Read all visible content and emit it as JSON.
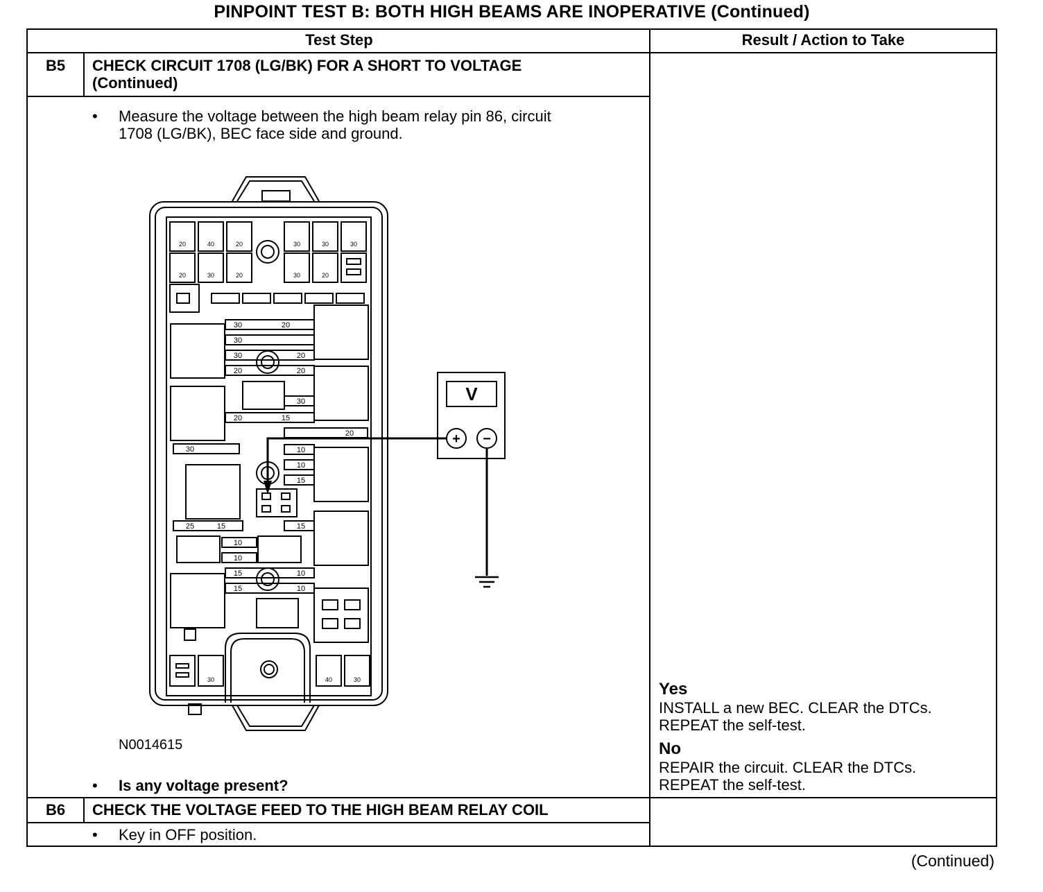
{
  "title": "PINPOINT TEST B: BOTH HIGH BEAMS ARE INOPERATIVE (Continued)",
  "table": {
    "headers": {
      "test_step": "Test Step",
      "result_action": "Result / Action to Take"
    },
    "rows": [
      {
        "step": "B5",
        "heading_line1": "CHECK CIRCUIT 1708 (LG/BK) FOR A SHORT TO VOLTAGE",
        "heading_line2": "(Continued)",
        "bullet1_line1": "Measure the voltage between the high beam relay pin 86, circuit",
        "bullet1_line2": "1708 (LG/BK), BEC face side and ground.",
        "figure_id": "N0014615",
        "question": "Is any voltage present?",
        "yes_label": "Yes",
        "yes_line1": "INSTALL a new BEC. CLEAR the DTCs.",
        "yes_line2": "REPEAT the self-test.",
        "no_label": "No",
        "no_line1": "REPAIR the circuit. CLEAR the DTCs.",
        "no_line2": "REPEAT the self-test."
      },
      {
        "step": "B6",
        "heading_line1": "CHECK THE VOLTAGE FEED TO THE HIGH BEAM RELAY COIL",
        "bullet1_line1": "Key in OFF position."
      }
    ]
  },
  "diagram": {
    "meter_symbol": "V",
    "plus_symbol": "+",
    "minus_symbol": "−",
    "fuse_ratings_top": [
      "20",
      "40",
      "20",
      "30",
      "30",
      "30",
      "20",
      "30",
      "20",
      "30",
      "20"
    ],
    "fuse_ratings_mid": [
      "30",
      "20",
      "30",
      "30",
      "20",
      "20",
      "20",
      "30",
      "20",
      "15",
      "20",
      "30",
      "10",
      "10",
      "15",
      "25",
      "15",
      "15",
      "10",
      "10",
      "15",
      "10",
      "15",
      "10"
    ],
    "fuse_ratings_bottom": [
      "30",
      "40",
      "30"
    ]
  },
  "footer": {
    "continued": "(Continued)"
  }
}
